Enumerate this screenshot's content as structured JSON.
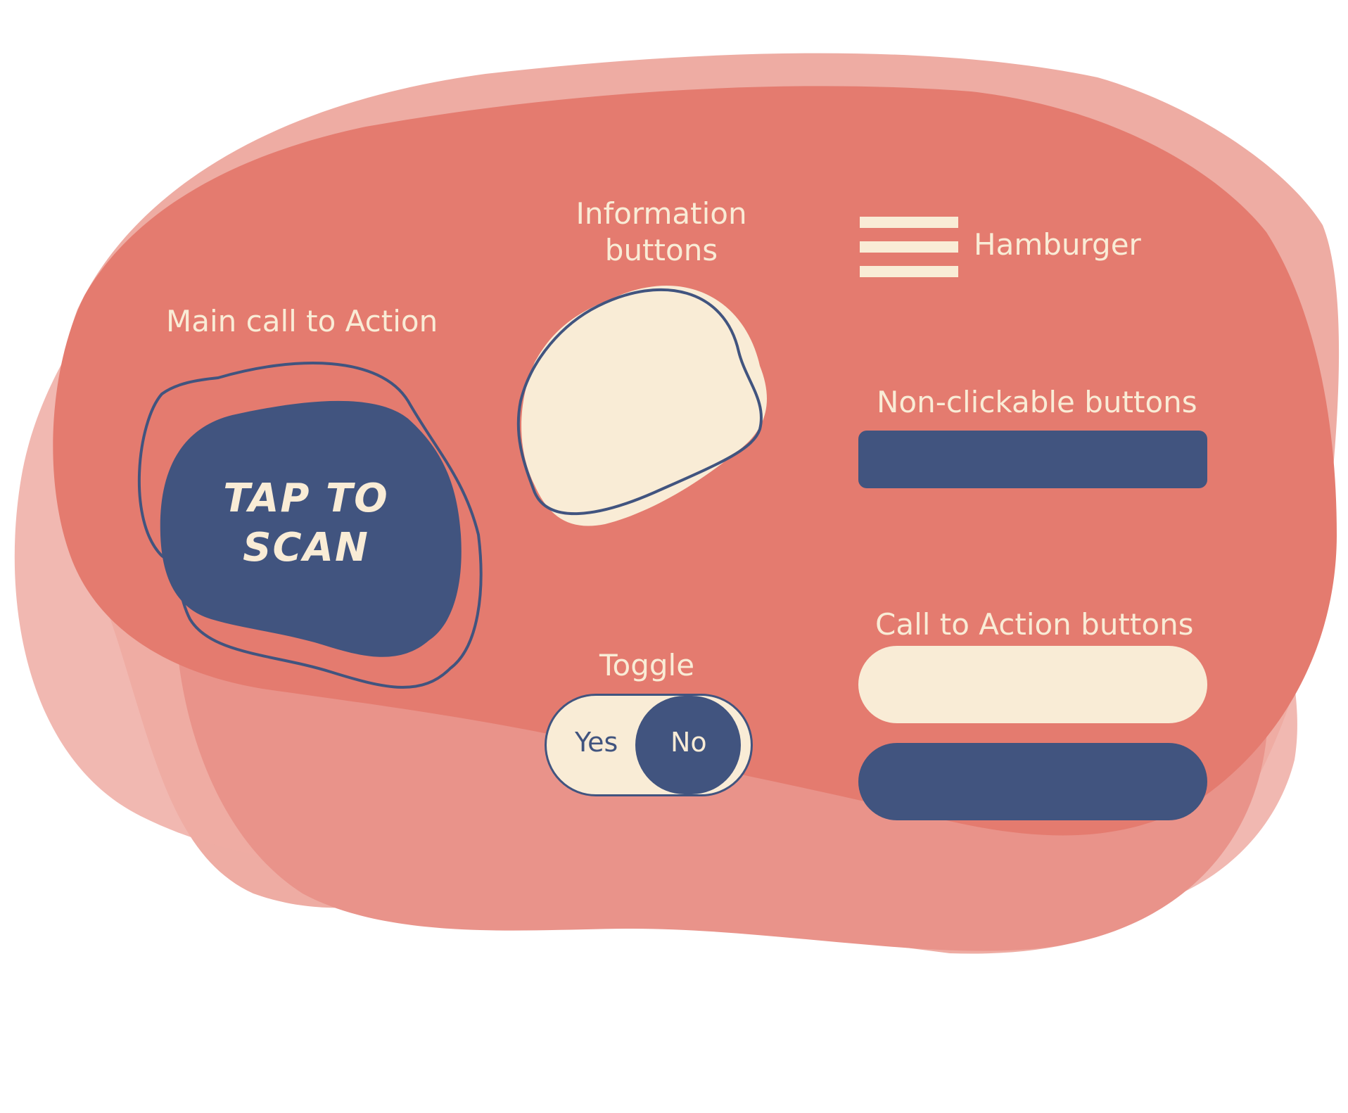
{
  "colors": {
    "blob_light": "#EEACA3",
    "blob_mid": "#E9938A",
    "blob_main": "#E47B6F",
    "cream": "#F9ECD6",
    "navy": "#41547F"
  },
  "main_cta": {
    "label": "Main call to Action",
    "button_line1": "TAP TO",
    "button_line2": "SCAN"
  },
  "info": {
    "label_line1": "Information",
    "label_line2": "buttons"
  },
  "hamburger": {
    "label": "Hamburger",
    "icon": "hamburger-menu-icon"
  },
  "non_clickable": {
    "label": "Non-clickable buttons"
  },
  "cta_buttons": {
    "label": "Call to Action buttons"
  },
  "toggle": {
    "label": "Toggle",
    "yes": "Yes",
    "no": "No",
    "selected": "No"
  }
}
